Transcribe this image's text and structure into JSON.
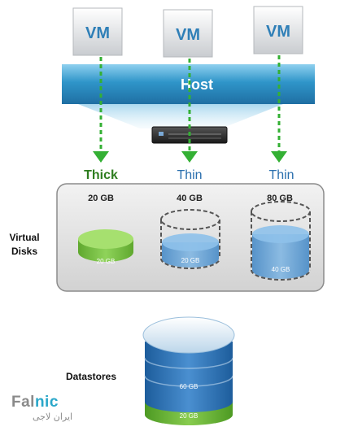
{
  "vms": [
    {
      "label": "VM"
    },
    {
      "label": "VM"
    },
    {
      "label": "VM"
    }
  ],
  "host": {
    "label": "Host"
  },
  "provisioning": [
    {
      "type": "Thick",
      "size": "20 GB",
      "fill_label": "20 GB",
      "color": "#2e7d1f"
    },
    {
      "type": "Thin",
      "size": "40 GB",
      "fill_label": "20 GB",
      "color": "#2a6fae"
    },
    {
      "type": "Thin",
      "size": "80 GB",
      "fill_label": "40 GB",
      "color": "#2a6fae"
    }
  ],
  "labels": {
    "virtual_disks_line1": "Virtual",
    "virtual_disks_line2": "Disks",
    "datastores": "Datastores"
  },
  "datastore": {
    "segments": [
      {
        "label": "60 GB",
        "color": "#3d7fc1"
      },
      {
        "label": "20 GB",
        "color": "#6fbf3a"
      }
    ]
  },
  "watermark": {
    "brand_part1": "Fal",
    "brand_part2": "nic",
    "subtitle": "ایران لاجی"
  },
  "colors": {
    "arrow_green": "#34b034",
    "host_blue": "#2f95c9",
    "thick_disk": "#7fc84a",
    "thin_disk": "#5a9fd6",
    "datastore_top": "#d8e8f4"
  }
}
